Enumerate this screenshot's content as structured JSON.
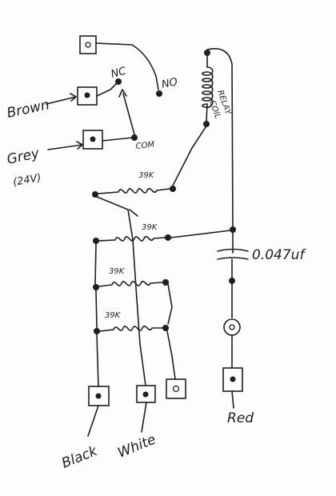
{
  "labels": {
    "nc": "NC",
    "no": "NO",
    "com": "COM",
    "relay_coil_line1": "RELAY",
    "relay_coil_line2": "COIL",
    "r1": "39K",
    "r2": "39K",
    "r3": "39K",
    "r4": "39K",
    "capacitor": "0.047uf"
  },
  "wires": {
    "brown": "Brown",
    "grey": "Grey",
    "grey_voltage": "(24V)",
    "black": "Black",
    "white": "White",
    "red": "Red"
  },
  "colors": {
    "ink": "#1e1e1e",
    "paper": "#fdfdfb"
  }
}
